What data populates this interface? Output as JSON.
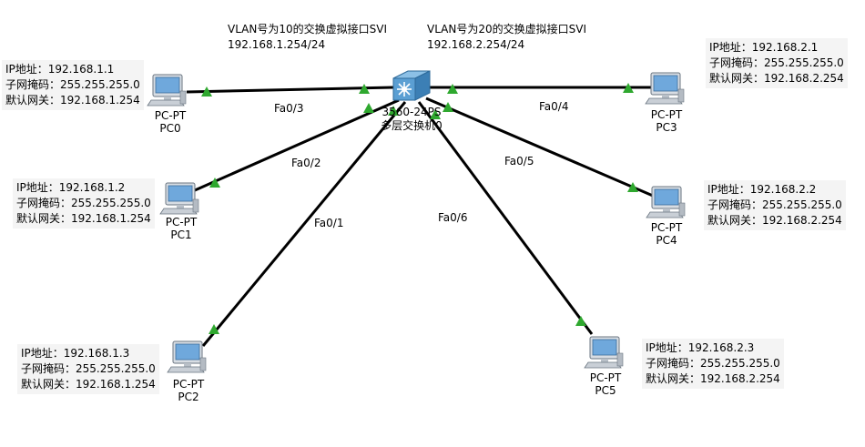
{
  "svi": [
    {
      "title": "VLAN号为10的交换虚拟接口SVI",
      "addr": "192.168.1.254/24"
    },
    {
      "title": "VLAN号为20的交换虚拟接口SVI",
      "addr": "192.168.2.254/24"
    }
  ],
  "switch": {
    "model": "3560-24PS",
    "name": "多层交换机0",
    "icon": "multilayer-switch-icon"
  },
  "pcs": [
    {
      "type": "PC-PT",
      "name": "PC0",
      "ip": "IP地址：192.168.1.1",
      "mask": "子网掩码：255.255.255.0",
      "gw": "默认网关：192.168.1.254",
      "port": "Fa0/3"
    },
    {
      "type": "PC-PT",
      "name": "PC1",
      "ip": "IP地址：192.168.1.2",
      "mask": "子网掩码：255.255.255.0",
      "gw": "默认网关：192.168.1.254",
      "port": "Fa0/2"
    },
    {
      "type": "PC-PT",
      "name": "PC2",
      "ip": "IP地址：192.168.1.3",
      "mask": "子网掩码：255.255.255.0",
      "gw": "默认网关：192.168.1.254",
      "port": "Fa0/1"
    },
    {
      "type": "PC-PT",
      "name": "PC3",
      "ip": "IP地址：192.168.2.1",
      "mask": "子网掩码：255.255.255.0",
      "gw": "默认网关：192.168.2.254",
      "port": "Fa0/4"
    },
    {
      "type": "PC-PT",
      "name": "PC4",
      "ip": "IP地址：192.168.2.2",
      "mask": "子网掩码：255.255.255.0",
      "gw": "默认网关：192.168.2.254",
      "port": "Fa0/5"
    },
    {
      "type": "PC-PT",
      "name": "PC5",
      "ip": "IP地址：192.168.2.3",
      "mask": "子网掩码：255.255.255.0",
      "gw": "默认网关：192.168.2.254",
      "port": "Fa0/6"
    }
  ],
  "colors": {
    "link": "#000000",
    "link_status": "#2fa82f",
    "note_bg": "#f4f4f4",
    "switch": "#4a8fc4"
  }
}
